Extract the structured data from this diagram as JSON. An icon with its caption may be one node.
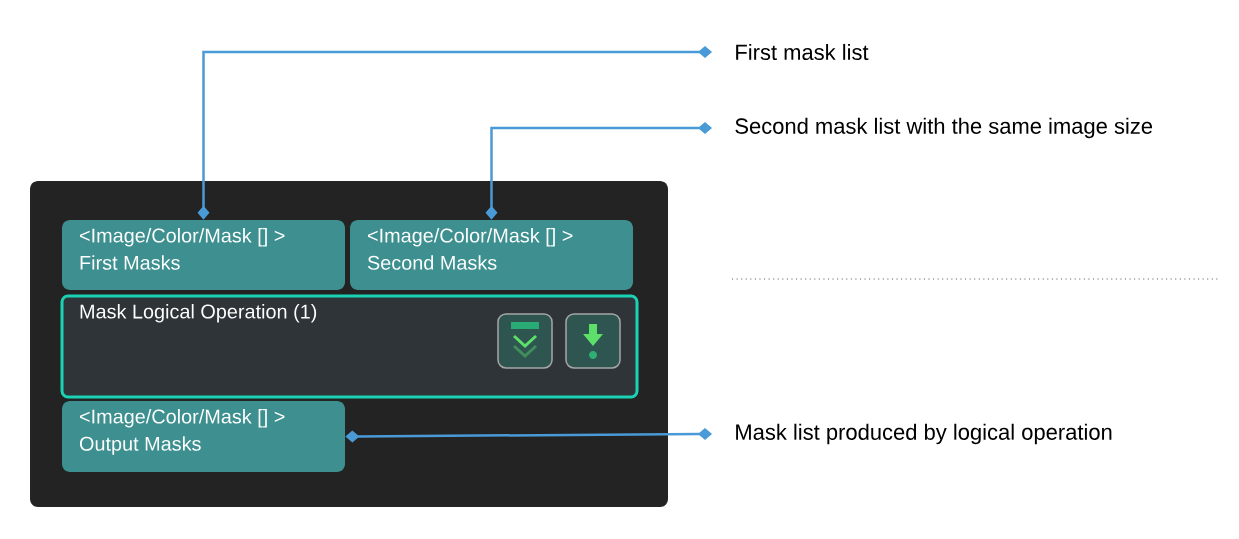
{
  "diagram": {
    "nodes": [
      {
        "text": [],
        "shape": "box"
      },
      {
        "text": [
          "<Image/Color/Mask [] >",
          "First Masks"
        ],
        "in": 0
      },
      {
        "text": [
          "<Image/Color/Mask [] >",
          "Second Masks"
        ],
        "in": 0
      },
      {
        "text": [
          "Mask Logical Operation (1)"
        ],
        "in": 0
      },
      {
        "text": [
          "<Image/Color/Mask [] >",
          "Output Masks"
        ],
        "in": 0
      },
      {
        "text": [
          "First mask list"
        ]
      },
      {
        "text": [
          "Second mask list with the same image size"
        ]
      },
      {
        "text": [
          "Mask list produced by logical operation"
        ]
      }
    ],
    "edges": [
      {
        "from": 1,
        "to": 5,
        "arrow": "other"
      },
      {
        "from": 2,
        "to": 6,
        "arrow": "other"
      },
      {
        "from": 4,
        "to": 7,
        "arrow": "other"
      }
    ]
  }
}
